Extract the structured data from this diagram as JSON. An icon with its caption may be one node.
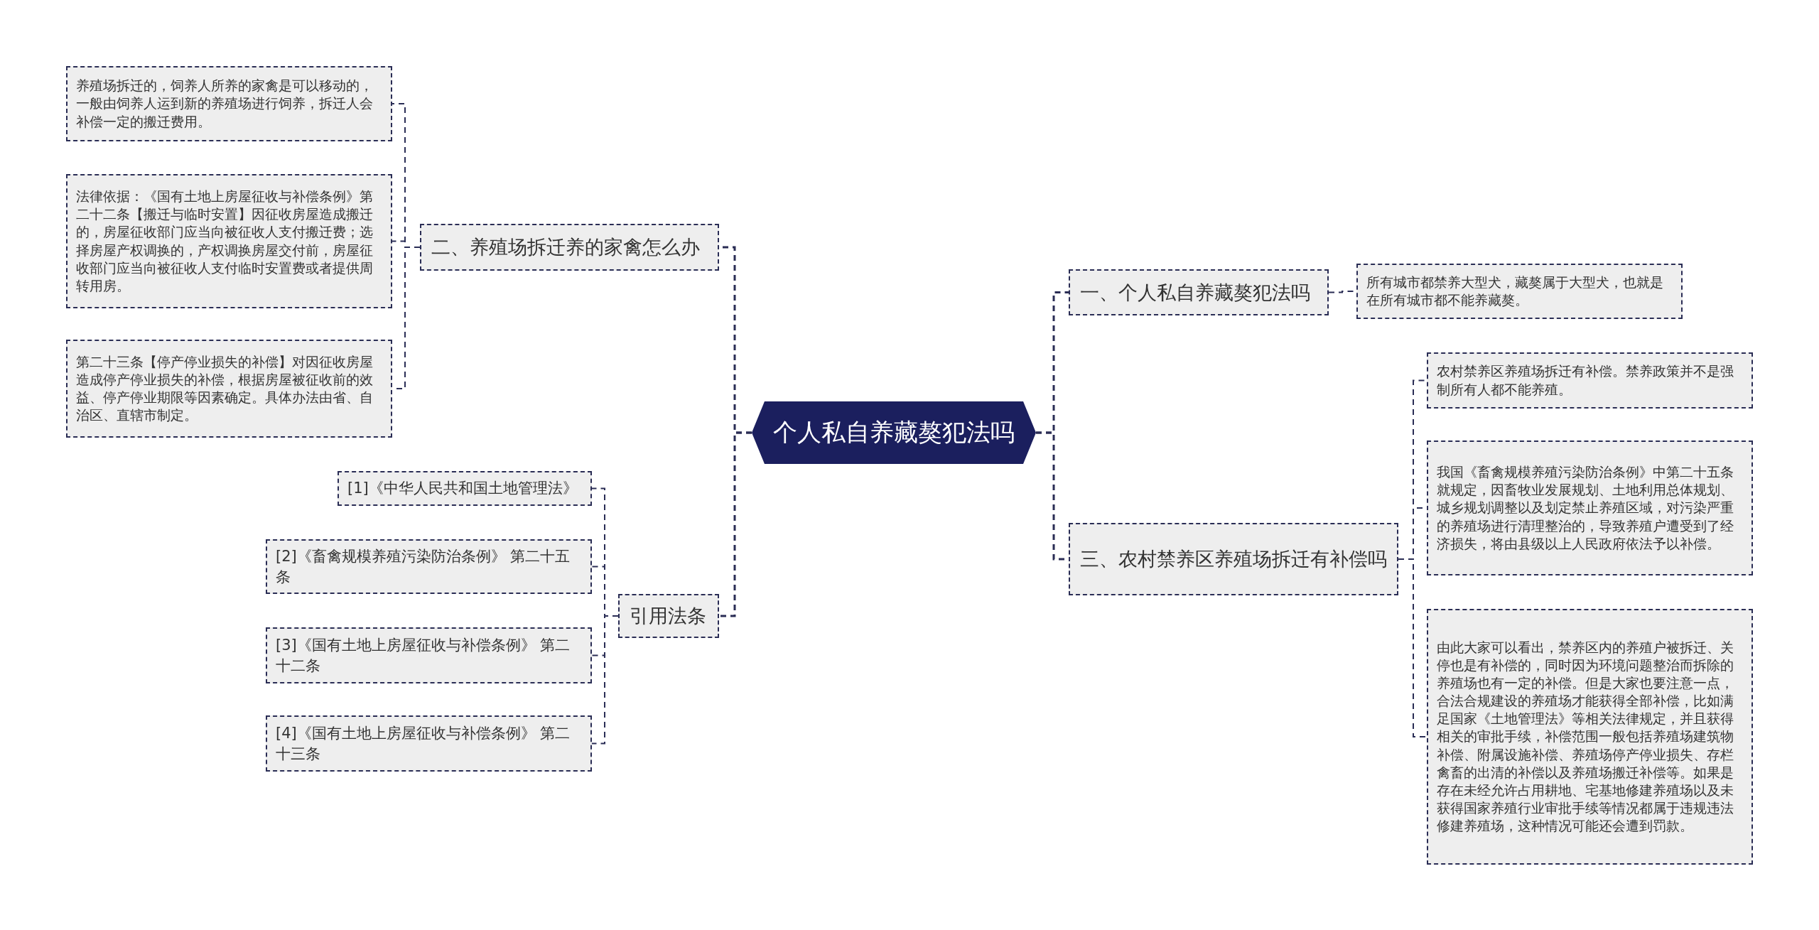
{
  "diagram": {
    "nodes": [
      {
        "text": [
          "个人私自养藏獒犯法吗"
        ]
      },
      {
        "text": [
          "二、养殖场拆迁养的家禽怎么办"
        ]
      },
      {
        "text": [
          "养殖场拆迁的，饲养人所养的家禽是可以移动的，一般由饲养人运到新的养殖场进行饲养，拆迁人会补偿一定的搬迁费用。"
        ]
      },
      {
        "text": [
          "法律依据：《国有土地上房屋征收与补偿条例》第二十二条【搬迁与临时安置】因征收房屋造成搬迁的，房屋征收部门应当向被征收人支付搬迁费；选择房屋产权调换的，产权调换房屋交付前，房屋征收部门应当向被征收人支付临时安置费或者提供周转用房。"
        ]
      },
      {
        "text": [
          "第二十三条【停产停业损失的补偿】对因征收房屋造成停产停业损失的补偿，根据房屋被征收前的效益、停产停业期限等因素确定。具体办法由省、自治区、直辖市制定。"
        ]
      },
      {
        "text": [
          "引用法条"
        ]
      },
      {
        "text": [
          "[1]《中华人民共和国土地管理法》"
        ]
      },
      {
        "text": [
          "[2]《畜禽规模养殖污染防治条例》 第二十五条"
        ]
      },
      {
        "text": [
          "[3]《国有土地上房屋征收与补偿条例》 第二十二条"
        ]
      },
      {
        "text": [
          "[4]《国有土地上房屋征收与补偿条例》 第二十三条"
        ]
      },
      {
        "text": [
          "一、个人私自养藏獒犯法吗"
        ]
      },
      {
        "text": [
          "所有城市都禁养大型犬，藏獒属于大型犬，也就是在所有城市都不能养藏獒。"
        ]
      },
      {
        "text": [
          "三、农村禁养区养殖场拆迁有补偿吗"
        ]
      },
      {
        "text": [
          "农村禁养区养殖场拆迁有补偿。禁养政策并不是强制所有人都不能养殖。"
        ]
      },
      {
        "text": [
          "我国《畜禽规模养殖污染防治条例》中第二十五条就规定，因畜牧业发展规划、土地利用总体规划、城乡规划调整以及划定禁止养殖区域，对污染严重的养殖场进行清理整治的，导致养殖户遭受到了经济损失，将由县级以上人民政府依法予以补偿。"
        ]
      },
      {
        "text": [
          "由此大家可以看出，禁养区内的养殖户被拆迁、关停也是有补偿的，同时因为环境问题整治而拆除的养殖场也有一定的补偿。但是大家也要注意一点，合法合规建设的养殖场才能获得全部补偿，比如满足国家《土地管理法》等相关法律规定，并且获得相关的审批手续，补偿范围一般包括养殖场建筑物补偿、附属设施补偿、养殖场停产停业损失、存栏禽畜的出清的补偿以及养殖场搬迁补偿等。如果是存在未经允许占用耕地、宅基地修建养殖场以及未获得国家养殖行业审批手续等情况都属于违规违法修建养殖场，这种情况可能还会遭到罚款。"
        ]
      }
    ],
    "edges": [
      {
        "from": 0,
        "to": 1,
        "arrow": "none"
      },
      {
        "from": 1,
        "to": 2,
        "arrow": "none"
      },
      {
        "from": 1,
        "to": 3,
        "arrow": "none"
      },
      {
        "from": 1,
        "to": 4,
        "arrow": "none"
      },
      {
        "from": 0,
        "to": 5,
        "arrow": "none"
      },
      {
        "from": 5,
        "to": 6,
        "arrow": "none"
      },
      {
        "from": 5,
        "to": 7,
        "arrow": "none"
      },
      {
        "from": 5,
        "to": 8,
        "arrow": "none"
      },
      {
        "from": 5,
        "to": 9,
        "arrow": "none"
      },
      {
        "from": 0,
        "to": 10,
        "arrow": "none"
      },
      {
        "from": 10,
        "to": 11,
        "arrow": "none"
      },
      {
        "from": 0,
        "to": 12,
        "arrow": "none"
      },
      {
        "from": 12,
        "to": 13,
        "arrow": "none"
      },
      {
        "from": 12,
        "to": 14,
        "arrow": "none"
      },
      {
        "from": 12,
        "to": 15,
        "arrow": "none"
      }
    ]
  }
}
